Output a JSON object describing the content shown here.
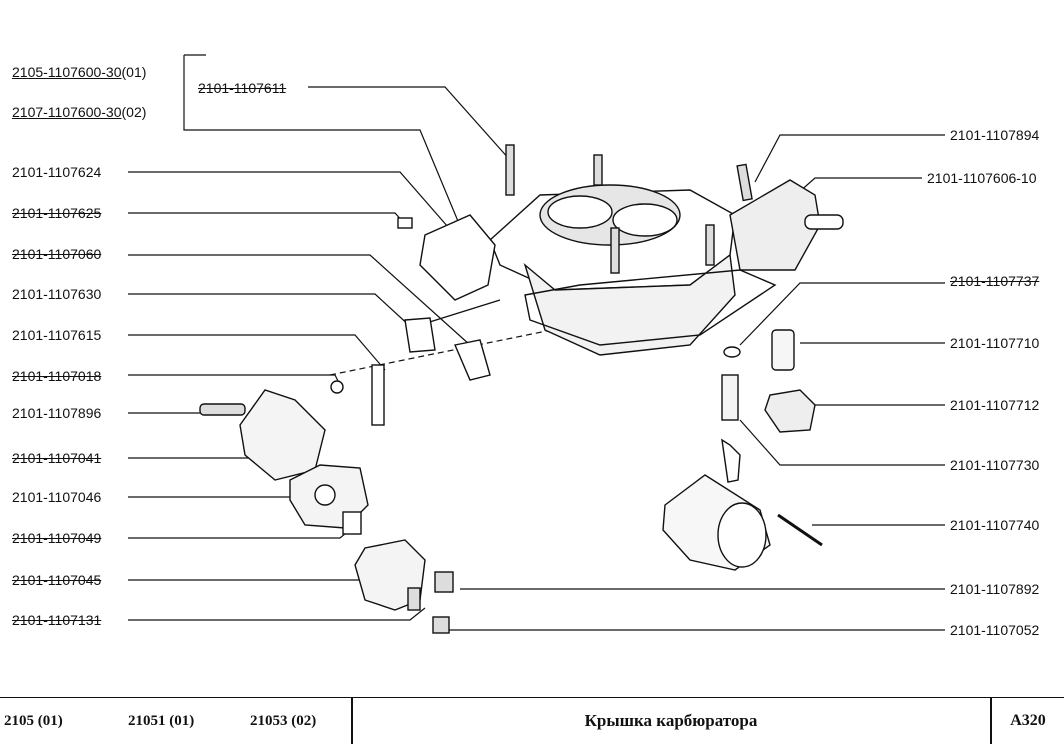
{
  "labels": {
    "assembly_01": "2105-1107600-30",
    "assembly_01_suffix": "(01)",
    "assembly_02": "2107-1107600-30",
    "assembly_02_suffix": "(02)",
    "p_1107611": "2101-1107611",
    "p_1107624": "2101-1107624",
    "p_1107625": "2101-1107625",
    "p_1107060": "2101-1107060",
    "p_1107630": "2101-1107630",
    "p_1107615": "2101-1107615",
    "p_1107018": "2101-1107018",
    "p_1107896": "2101-1107896",
    "p_1107041": "2101-1107041",
    "p_1107046": "2101-1107046",
    "p_1107049": "2101-1107049",
    "p_1107045": "2101-1107045",
    "p_1107131": "2101-1107131",
    "p_1107894": "2101-1107894",
    "p_1107606": "2101-1107606-10",
    "p_1107737": "2101-1107737",
    "p_1107710": "2101-1107710",
    "p_1107712": "2101-1107712",
    "p_1107730": "2101-1107730",
    "p_1107740": "2101-1107740",
    "p_1107892": "2101-1107892",
    "p_1107052": "2101-1107052"
  },
  "footer": {
    "model_1": "2105 (01)",
    "model_2": "21051 (01)",
    "model_3": "21053 (02)",
    "title": "Крышка карбюратора",
    "page_code": "A320"
  }
}
